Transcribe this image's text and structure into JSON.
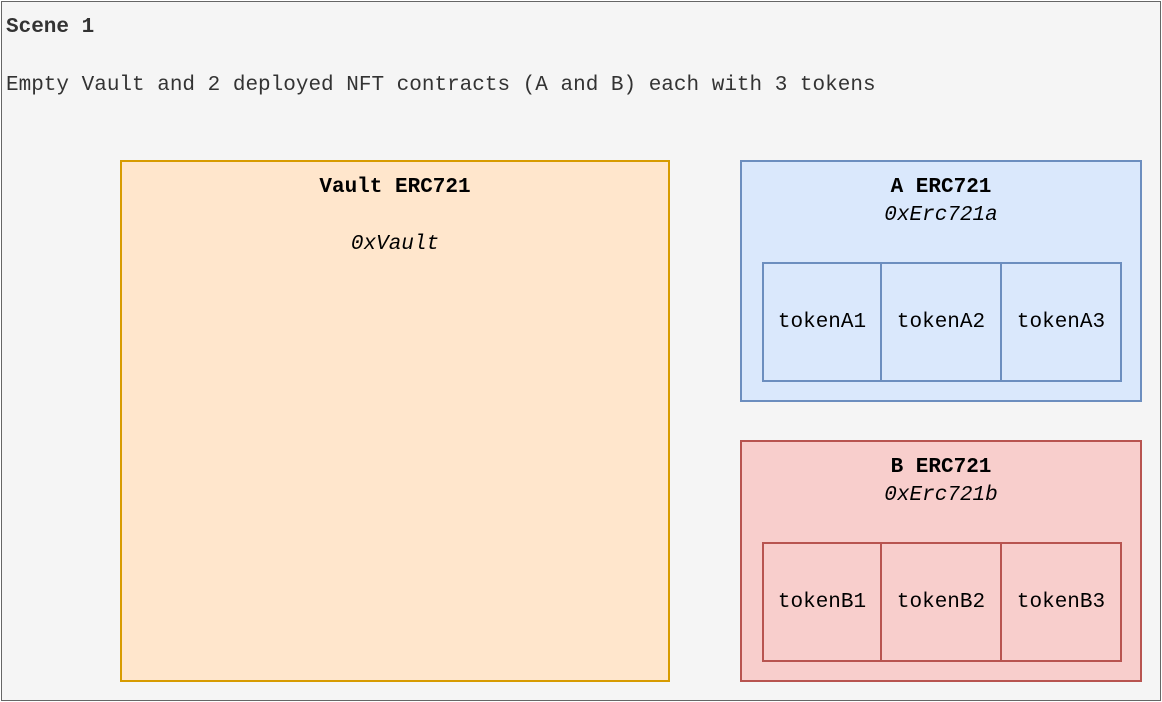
{
  "scene": {
    "title": "Scene 1",
    "description": "Empty Vault and 2 deployed NFT contracts (A and B) each with 3 tokens",
    "background": "#f5f5f5",
    "border": "#666666"
  },
  "vault": {
    "title": "Vault ERC721",
    "address": "0xVault",
    "fill": "#ffe6cc",
    "stroke": "#d79b00"
  },
  "contracts": [
    {
      "title": "A ERC721",
      "address": "0xErc721a",
      "fill": "#dae8fc",
      "stroke": "#6c8ebf",
      "tokens": [
        "tokenA1",
        "tokenA2",
        "tokenA3"
      ]
    },
    {
      "title": "B ERC721",
      "address": "0xErc721b",
      "fill": "#f8cecc",
      "stroke": "#b85450",
      "tokens": [
        "tokenB1",
        "tokenB2",
        "tokenB3"
      ]
    }
  ]
}
